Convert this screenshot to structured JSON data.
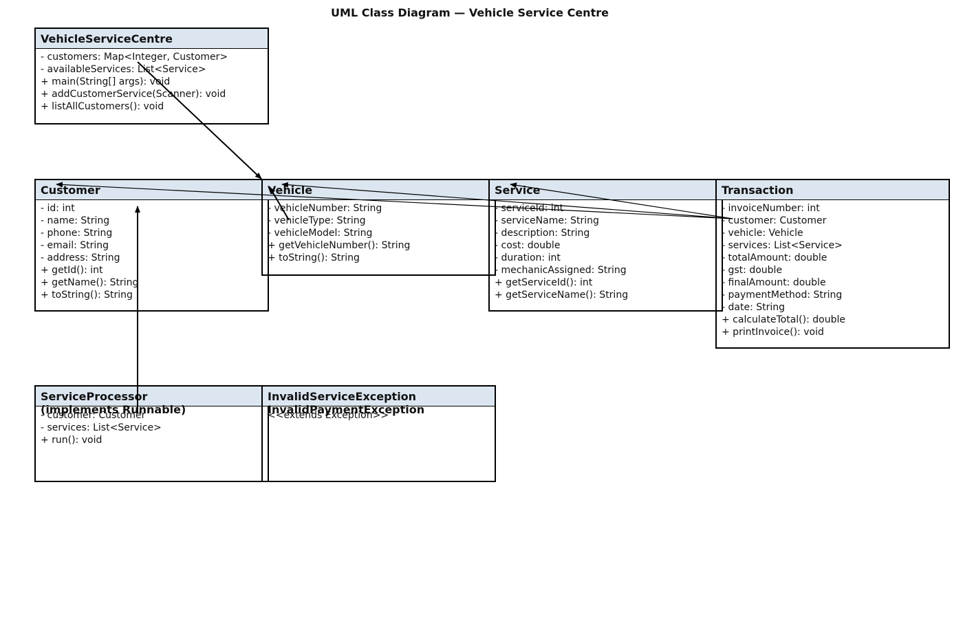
{
  "title": "UML Class Diagram — Vehicle Service Centre",
  "classes": {
    "vehicle_service_centre": {
      "name": "VehicleServiceCentre",
      "members": [
        "- customers: Map<Integer, Customer>",
        "- availableServices: List<Service>",
        "+ main(String[] args): void",
        "+ addCustomerService(Scanner): void",
        "+ listAllCustomers(): void"
      ]
    },
    "customer": {
      "name": "Customer",
      "members": [
        "- id: int",
        "- name: String",
        "- phone: String",
        "- email: String",
        "- address: String",
        "+ getId(): int",
        "+ getName(): String",
        "+ toString(): String"
      ]
    },
    "vehicle": {
      "name": "Vehicle",
      "members": [
        "- vehicleNumber: String",
        "- vehicleType: String",
        "- vehicleModel: String",
        "+ getVehicleNumber(): String",
        "+ toString(): String"
      ]
    },
    "service": {
      "name": "Service",
      "members": [
        "- serviceId: int",
        "- serviceName: String",
        "- description: String",
        "- cost: double",
        "- duration: int",
        "- mechanicAssigned: String",
        "+ getServiceId(): int",
        "+ getServiceName(): String"
      ]
    },
    "transaction": {
      "name": "Transaction",
      "members": [
        "- invoiceNumber: int",
        "- customer: Customer",
        "- vehicle: Vehicle",
        "- services: List<Service>",
        "- totalAmount: double",
        "- gst: double",
        "- finalAmount: double",
        "- paymentMethod: String",
        "- date: String",
        "+ calculateTotal(): double",
        "+ printInvoice(): void"
      ]
    },
    "service_processor": {
      "name": "ServiceProcessor",
      "name_line2": "(implements Runnable)",
      "members": [
        "- customer: Customer",
        "- services: List<Service>",
        "+ run(): void"
      ]
    },
    "invalid_exceptions": {
      "name": "InvalidServiceException",
      "name_line2": "InvalidPaymentException",
      "members": [
        "<<extends Exception>>"
      ]
    }
  }
}
